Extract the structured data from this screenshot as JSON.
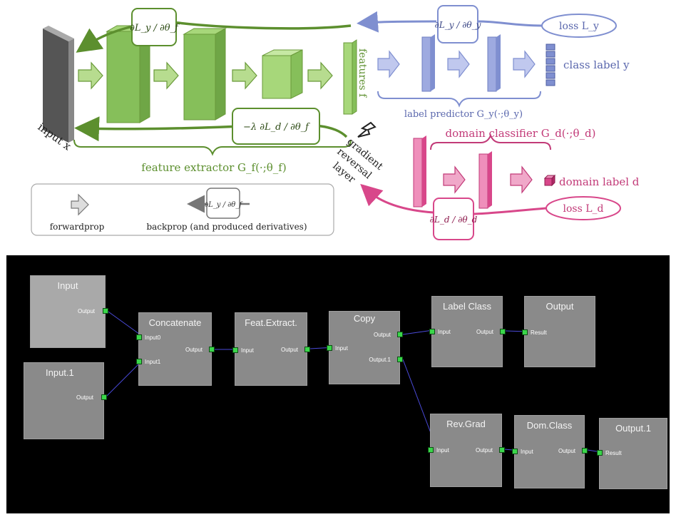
{
  "diagram": {
    "input_label": "input x",
    "features_label": "features f",
    "class_label": "class label y",
    "label_predictor": "label predictor G_y(·;θ_y)",
    "domain_classifier": "domain classifier G_d(·;θ_d)",
    "domain_label": "domain label d",
    "feature_extractor": "feature extractor G_f(·;θ_f)",
    "grl": [
      "gradient",
      "reversal",
      "layer"
    ],
    "loss_y": "loss L_y",
    "loss_d": "loss L_d",
    "grad_ly_thf": "∂L_y / ∂θ_f",
    "grad_ly_thy": "∂L_y / ∂θ_y",
    "grad_neg_ld_thf": "−λ ∂L_d / ∂θ_f",
    "grad_ld_thd": "∂L_d / ∂θ_d",
    "legend_forward": "forwardprop",
    "legend_backward": "backprop (and produced derivatives)",
    "legend_grad": "∂L_y / ∂θ_f",
    "colors": {
      "green": "#7fb04a",
      "green_dark": "#5c8f2e",
      "blue": "#7f8fd0",
      "pink": "#d8478a"
    }
  },
  "graph": {
    "nodes": [
      {
        "title": "Input",
        "outputs": [
          "Output"
        ]
      },
      {
        "title": "Input.1",
        "outputs": [
          "Output"
        ]
      },
      {
        "title": "Concatenate",
        "inputs": [
          "Input0",
          "Input1"
        ],
        "outputs": [
          "Output"
        ]
      },
      {
        "title": "Feat.Extract.",
        "inputs": [
          "Input"
        ],
        "outputs": [
          "Output"
        ]
      },
      {
        "title": "Copy",
        "inputs": [
          "Input"
        ],
        "outputs": [
          "Output",
          "Output.1"
        ]
      },
      {
        "title": "Label Class",
        "inputs": [
          "Input"
        ],
        "outputs": [
          "Output"
        ]
      },
      {
        "title": "Output",
        "inputs": [
          "Result"
        ]
      },
      {
        "title": "Rev.Grad",
        "inputs": [
          "Input"
        ],
        "outputs": [
          "Output"
        ]
      },
      {
        "title": "Dom.Class",
        "inputs": [
          "Input"
        ],
        "outputs": [
          "Output"
        ]
      },
      {
        "title": "Output.1",
        "inputs": [
          "Result"
        ]
      }
    ]
  }
}
